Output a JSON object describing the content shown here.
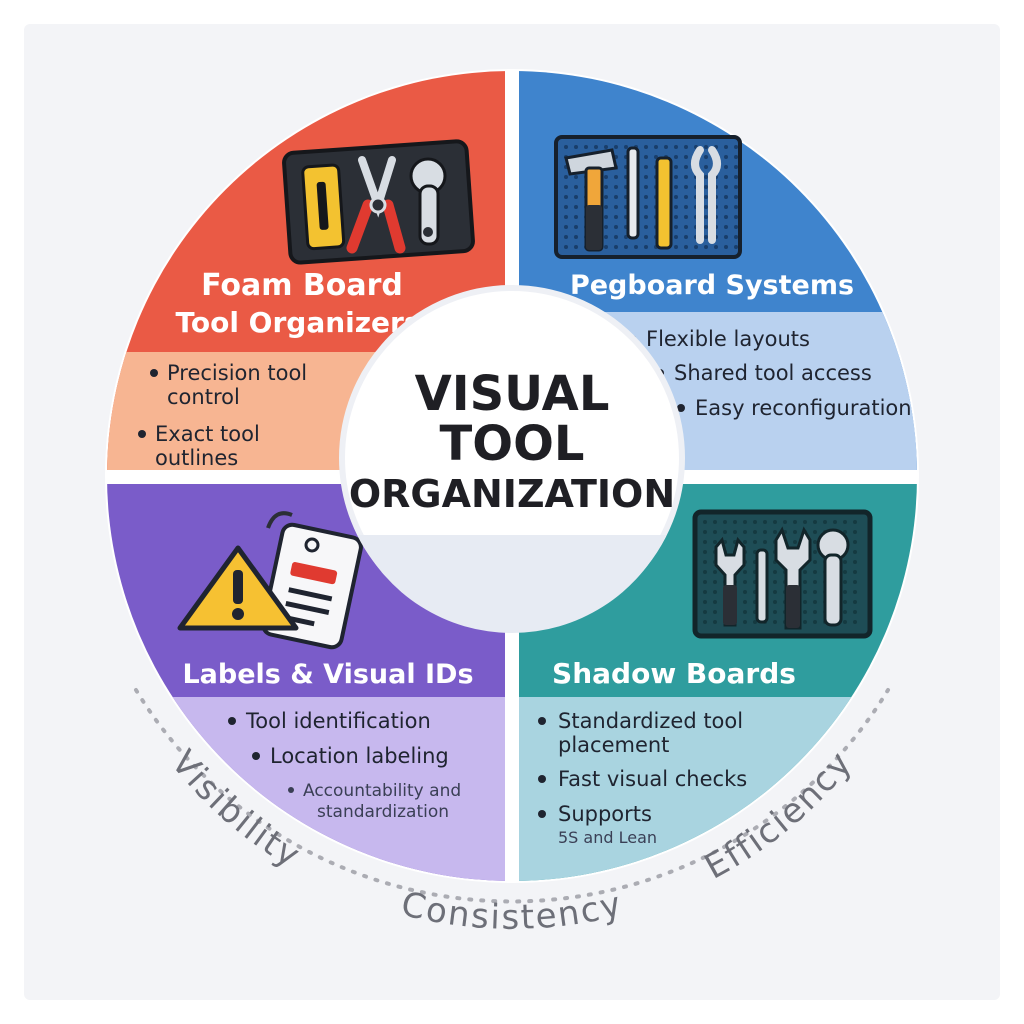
{
  "center": {
    "line1": "VISUAL",
    "line2": "TOOL",
    "line3": "ORGANIZATION"
  },
  "quadrants": {
    "foam": {
      "title_line1": "Foam Board",
      "title_line2": "Tool Organizers",
      "bullets": [
        [
          "Precision tool",
          "control"
        ],
        [
          "Exact tool",
          "outlines"
        ]
      ],
      "color": "#ea5a45",
      "light_color": "#f7b592"
    },
    "pegboard": {
      "title": "Pegboard Systems",
      "bullets": [
        "Flexible layouts",
        "Shared tool access",
        "Easy reconfiguration"
      ],
      "color": "#3f84cd",
      "light_color": "#b9d1ef"
    },
    "labels": {
      "title": "Labels & Visual IDs",
      "bullets": [
        "Tool identification",
        "Location labeling"
      ],
      "sub_bullet": [
        "Accountability and",
        "standardization"
      ],
      "color": "#7a5cc9",
      "light_color": "#c7b8ee"
    },
    "shadow": {
      "title": "Shadow Boards",
      "bullets": [
        [
          "Standardized tool",
          "placement"
        ],
        [
          "Fast visual checks"
        ],
        [
          "Supports",
          "5S and Lean"
        ]
      ],
      "color": "#2f9d9e",
      "light_color": "#a9d4e0"
    }
  },
  "principles": [
    "Visibility",
    "Consistency",
    "Efficiency"
  ],
  "icons": {
    "foam": "foam-board-tools-icon",
    "pegboard": "pegboard-tools-icon",
    "labels": "warning-tag-icon",
    "shadow": "shadow-board-tools-icon"
  }
}
